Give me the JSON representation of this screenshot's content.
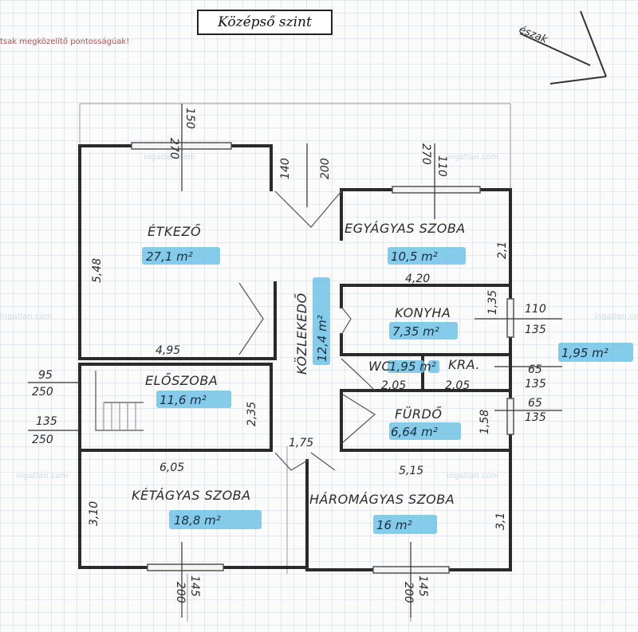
{
  "title": "Középső szint",
  "note": "tsak megközelítő pontosságúak!",
  "north_label": "észak",
  "watermark": "ingatlan.com",
  "rooms": {
    "etkezo": {
      "name": "ÉTKEZŐ",
      "area": "27,1 m²"
    },
    "egyagyas": {
      "name": "EGYÁGYAS SZOBA",
      "area": "10,5 m²"
    },
    "konyha": {
      "name": "KONYHA",
      "area": "7,35 m²"
    },
    "kozlekedo": {
      "name": "KÖZLEKEDŐ",
      "area": "12,4 m²"
    },
    "eloszoba": {
      "name": "ELŐSZOBA",
      "area": "11,6 m²"
    },
    "wc": {
      "name": "WC",
      "area": "1,95 m²"
    },
    "kamra": {
      "name": "KRA.",
      "area": "1,95 m²"
    },
    "furdo": {
      "name": "FÜRDŐ",
      "area": "6,64 m²"
    },
    "ketagyas": {
      "name": "KÉTÁGYAS SZOBA",
      "area": "18,8 m²"
    },
    "haromagyas": {
      "name": "HÁROMÁGYAS SZOBA",
      "area": "16 m²"
    }
  },
  "dimensions": {
    "etkezo_height": "5,48",
    "etkezo_width": "4,95",
    "egyagyas_width": "4,20",
    "egyagyas_height": "2,1",
    "eloszoba_height": "2,35",
    "ketagyas_width": "6,05",
    "ketagyas_height": "3,10",
    "haromagyas_width": "5,15",
    "haromagyas_height": "3,1",
    "corridor_width": "1,75",
    "wc_width": "2,05",
    "kamra_width": "2,05",
    "furdo_height": "1,58",
    "konyha_height": "1,35"
  },
  "openings": {
    "etkezo_window_a": "270",
    "etkezo_window_b": "150",
    "door_a": "140",
    "door_b": "200",
    "egyagyas_window_a": "270",
    "egyagyas_window_b": "110",
    "konyha_window_a": "110",
    "konyha_window_b": "135",
    "kamra_window_a": "65",
    "kamra_window_b": "135",
    "furdo_window_a": "65",
    "furdo_window_b": "135",
    "eloszoba_window_a": "95",
    "eloszoba_window_b": "250",
    "eloszoba_window_c": "135",
    "eloszoba_window_d": "250",
    "ketagyas_window_a": "200",
    "ketagyas_window_b": "145",
    "haromagyas_window_a": "200",
    "haromagyas_window_b": "145"
  }
}
